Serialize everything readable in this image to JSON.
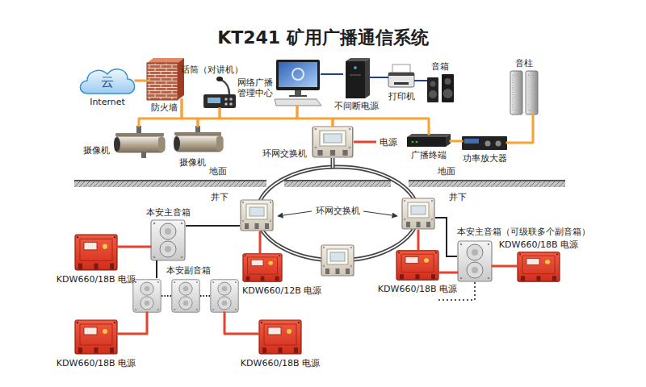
{
  "diagram": {
    "title": "KT241 矿用广播通信系统",
    "nodes": [
      {
        "text": [
          "云",
          "Internet"
        ]
      },
      {
        "text": [
          "防火墙"
        ]
      },
      {
        "text": [
          "话筒（对讲机）"
        ]
      },
      {
        "text": [
          "网络广播 管理中心"
        ]
      },
      {
        "text": [
          "不间断电源"
        ]
      },
      {
        "text": [
          "打印机"
        ]
      },
      {
        "text": [
          "音箱"
        ]
      },
      {
        "text": [
          "音柱"
        ]
      },
      {
        "text": [
          "摄像机"
        ]
      },
      {
        "text": [
          "摄像机"
        ]
      },
      {
        "text": [
          "环网交换机"
        ]
      },
      {
        "text": [
          "广播终端"
        ]
      },
      {
        "text": [
          "功率放大器"
        ]
      },
      {
        "text": [
          "本安主音箱"
        ]
      },
      {
        "text": [
          "KDW660/18B 电源"
        ]
      },
      {
        "text": [
          "本安副音箱"
        ]
      },
      {
        "text": [
          "KDW660/12B 电源"
        ]
      },
      {
        "text": [
          "KDW660/18B 电源"
        ]
      },
      {
        "text": [
          "本安主音箱（可级联多个副音箱）"
        ]
      },
      {
        "text": [
          "KDW660/18B 电源"
        ]
      },
      {
        "text": [
          "KDW660/18B 电源"
        ]
      },
      {
        "text": [
          "KDW660/18B 电源"
        ]
      }
    ],
    "edges": [
      {
        "from": 0,
        "to": 1,
        "arrow": "none"
      },
      {
        "from": 8,
        "to": 1,
        "arrow": "none"
      },
      {
        "from": 1,
        "to": 9,
        "arrow": "none"
      },
      {
        "from": 9,
        "to": 2,
        "arrow": "none"
      },
      {
        "from": 2,
        "to": 3,
        "arrow": "none"
      },
      {
        "from": 3,
        "to": 10,
        "arrow": "none"
      },
      {
        "from": 10,
        "to": 11,
        "arrow": "none"
      },
      {
        "from": 11,
        "to": 12,
        "arrow": "none"
      },
      {
        "from": 12,
        "to": 7,
        "arrow": "none"
      },
      {
        "from": 3,
        "to": 4,
        "arrow": "none"
      },
      {
        "from": 4,
        "to": 5,
        "arrow": "none"
      },
      {
        "from": 5,
        "to": 6,
        "arrow": "none"
      },
      {
        "from": 14,
        "to": 13,
        "arrow": "none"
      },
      {
        "from": 13,
        "to": 15,
        "arrow": "none"
      },
      {
        "from": 20,
        "to": 15,
        "arrow": "none"
      },
      {
        "from": 21,
        "to": 15,
        "arrow": "none"
      },
      {
        "from": 17,
        "to": 18,
        "arrow": "none"
      },
      {
        "from": 19,
        "to": 18,
        "arrow": "none"
      }
    ],
    "labels": [
      "电源",
      "地面",
      "地面",
      "井下",
      "井下",
      "环网交换机"
    ]
  }
}
